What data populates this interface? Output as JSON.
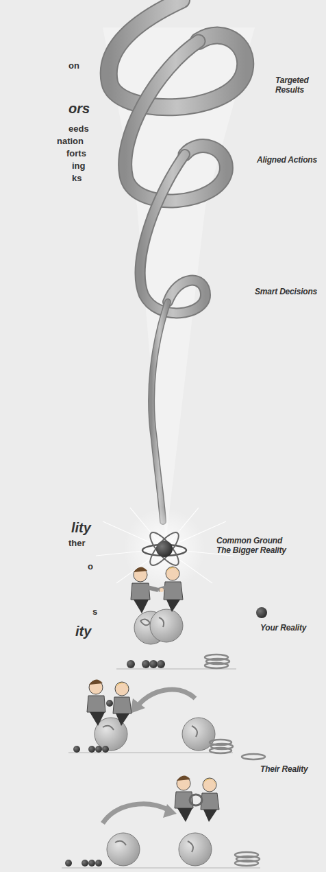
{
  "diagram": {
    "labels": [
      "on",
      "ors",
      "Targeted Results",
      "eeds",
      "nation",
      "forts",
      "Aligned Actions",
      "ing",
      "ks",
      "Smart Decisions",
      "lity",
      "ther",
      "Common Ground The Bigger Reality",
      "o",
      "s",
      "ity",
      "Your Reality",
      "Their Reality"
    ]
  }
}
